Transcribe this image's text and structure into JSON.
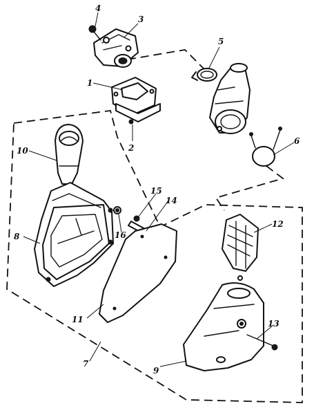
{
  "diagram": {
    "callouts": [
      {
        "id": "c1",
        "label": "1"
      },
      {
        "id": "c2",
        "label": "2"
      },
      {
        "id": "c3",
        "label": "3"
      },
      {
        "id": "c4",
        "label": "4"
      },
      {
        "id": "c5",
        "label": "5"
      },
      {
        "id": "c6",
        "label": "6"
      },
      {
        "id": "c7",
        "label": "7"
      },
      {
        "id": "c8",
        "label": "8"
      },
      {
        "id": "c9",
        "label": "9"
      },
      {
        "id": "c10",
        "label": "10"
      },
      {
        "id": "c11",
        "label": "11"
      },
      {
        "id": "c12",
        "label": "12"
      },
      {
        "id": "c13",
        "label": "13"
      },
      {
        "id": "c14",
        "label": "14"
      },
      {
        "id": "c15",
        "label": "15"
      },
      {
        "id": "c16",
        "label": "16"
      }
    ]
  }
}
